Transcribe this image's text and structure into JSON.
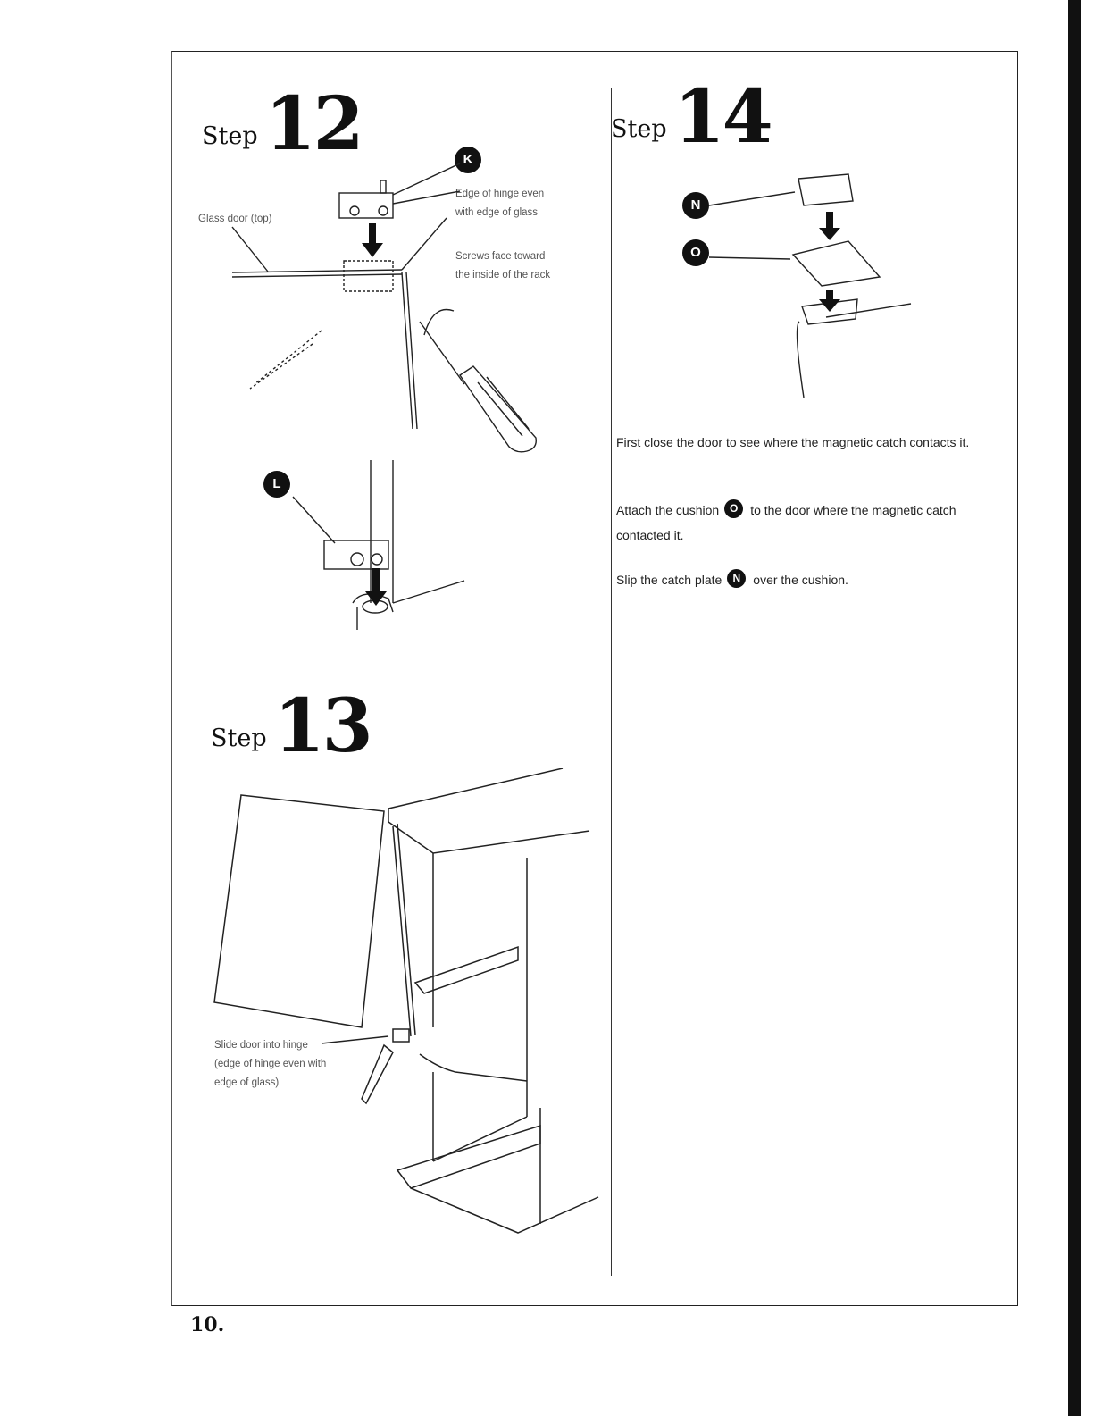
{
  "page": {
    "number": "10."
  },
  "step12": {
    "word": "Step",
    "number": "12",
    "badge_k": "K",
    "badge_l": "L",
    "labels": {
      "glass_door": "Glass door (top)",
      "hinge_edge_1": "Edge of hinge even",
      "hinge_edge_2": "with edge of glass",
      "screws_1": "Screws face toward",
      "screws_2": "the inside of the rack"
    }
  },
  "step13": {
    "word": "Step",
    "number": "13",
    "labels": {
      "slide_1": "Slide door into hinge",
      "slide_2": "(edge of hinge even with",
      "slide_3": "edge of glass)"
    }
  },
  "step14": {
    "word": "Step",
    "number": "14",
    "badge_n": "N",
    "badge_o": "O",
    "instructions": {
      "p1": "First close the door to see where the magnetic catch contacts it.",
      "p2_before": "Attach the cushion",
      "p2_badge": "O",
      "p2_after": "to the door where the magnetic catch contacted it.",
      "p3_before": "Slip the catch plate",
      "p3_badge": "N",
      "p3_after": "over the cushion."
    }
  }
}
